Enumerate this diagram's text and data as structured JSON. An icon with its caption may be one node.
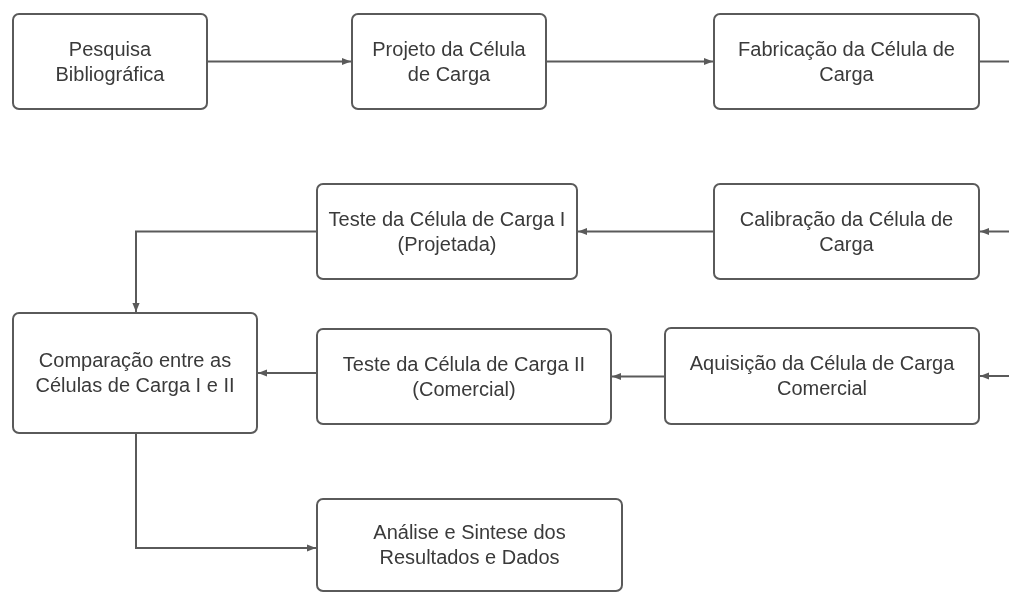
{
  "diagram": {
    "nodes": [
      {
        "text": [
          "Pesquisa Bibliográfica"
        ]
      },
      {
        "text": [
          "Projeto da Célula de Carga"
        ]
      },
      {
        "text": [
          "Fabricação da Célula de Carga"
        ]
      },
      {
        "text": [
          "Calibração da Célula de Carga"
        ]
      },
      {
        "text": [
          "Teste da Célula de Carga I (Projetada)"
        ]
      },
      {
        "text": [
          "Comparação entre as Células de Carga I e II"
        ]
      },
      {
        "text": [
          "Aquisição da Célula de Carga Comercial"
        ]
      },
      {
        "text": [
          "Teste da Célula de Carga II (Comercial)"
        ]
      },
      {
        "text": [
          "Análise e Sintese dos Resultados e Dados"
        ]
      }
    ],
    "edges": [
      {
        "from": 0,
        "to": 1,
        "arrow": "to"
      },
      {
        "from": 1,
        "to": 2,
        "arrow": "to"
      },
      {
        "from": 2,
        "to": null,
        "arrow": "none"
      },
      {
        "from": null,
        "to": 3,
        "arrow": "to"
      },
      {
        "from": 3,
        "to": 4,
        "arrow": "to"
      },
      {
        "from": 4,
        "to": 5,
        "arrow": "to"
      },
      {
        "from": null,
        "to": 6,
        "arrow": "to"
      },
      {
        "from": 6,
        "to": 7,
        "arrow": "to"
      },
      {
        "from": 7,
        "to": 5,
        "arrow": "to"
      },
      {
        "from": 5,
        "to": 8,
        "arrow": "to"
      }
    ]
  }
}
